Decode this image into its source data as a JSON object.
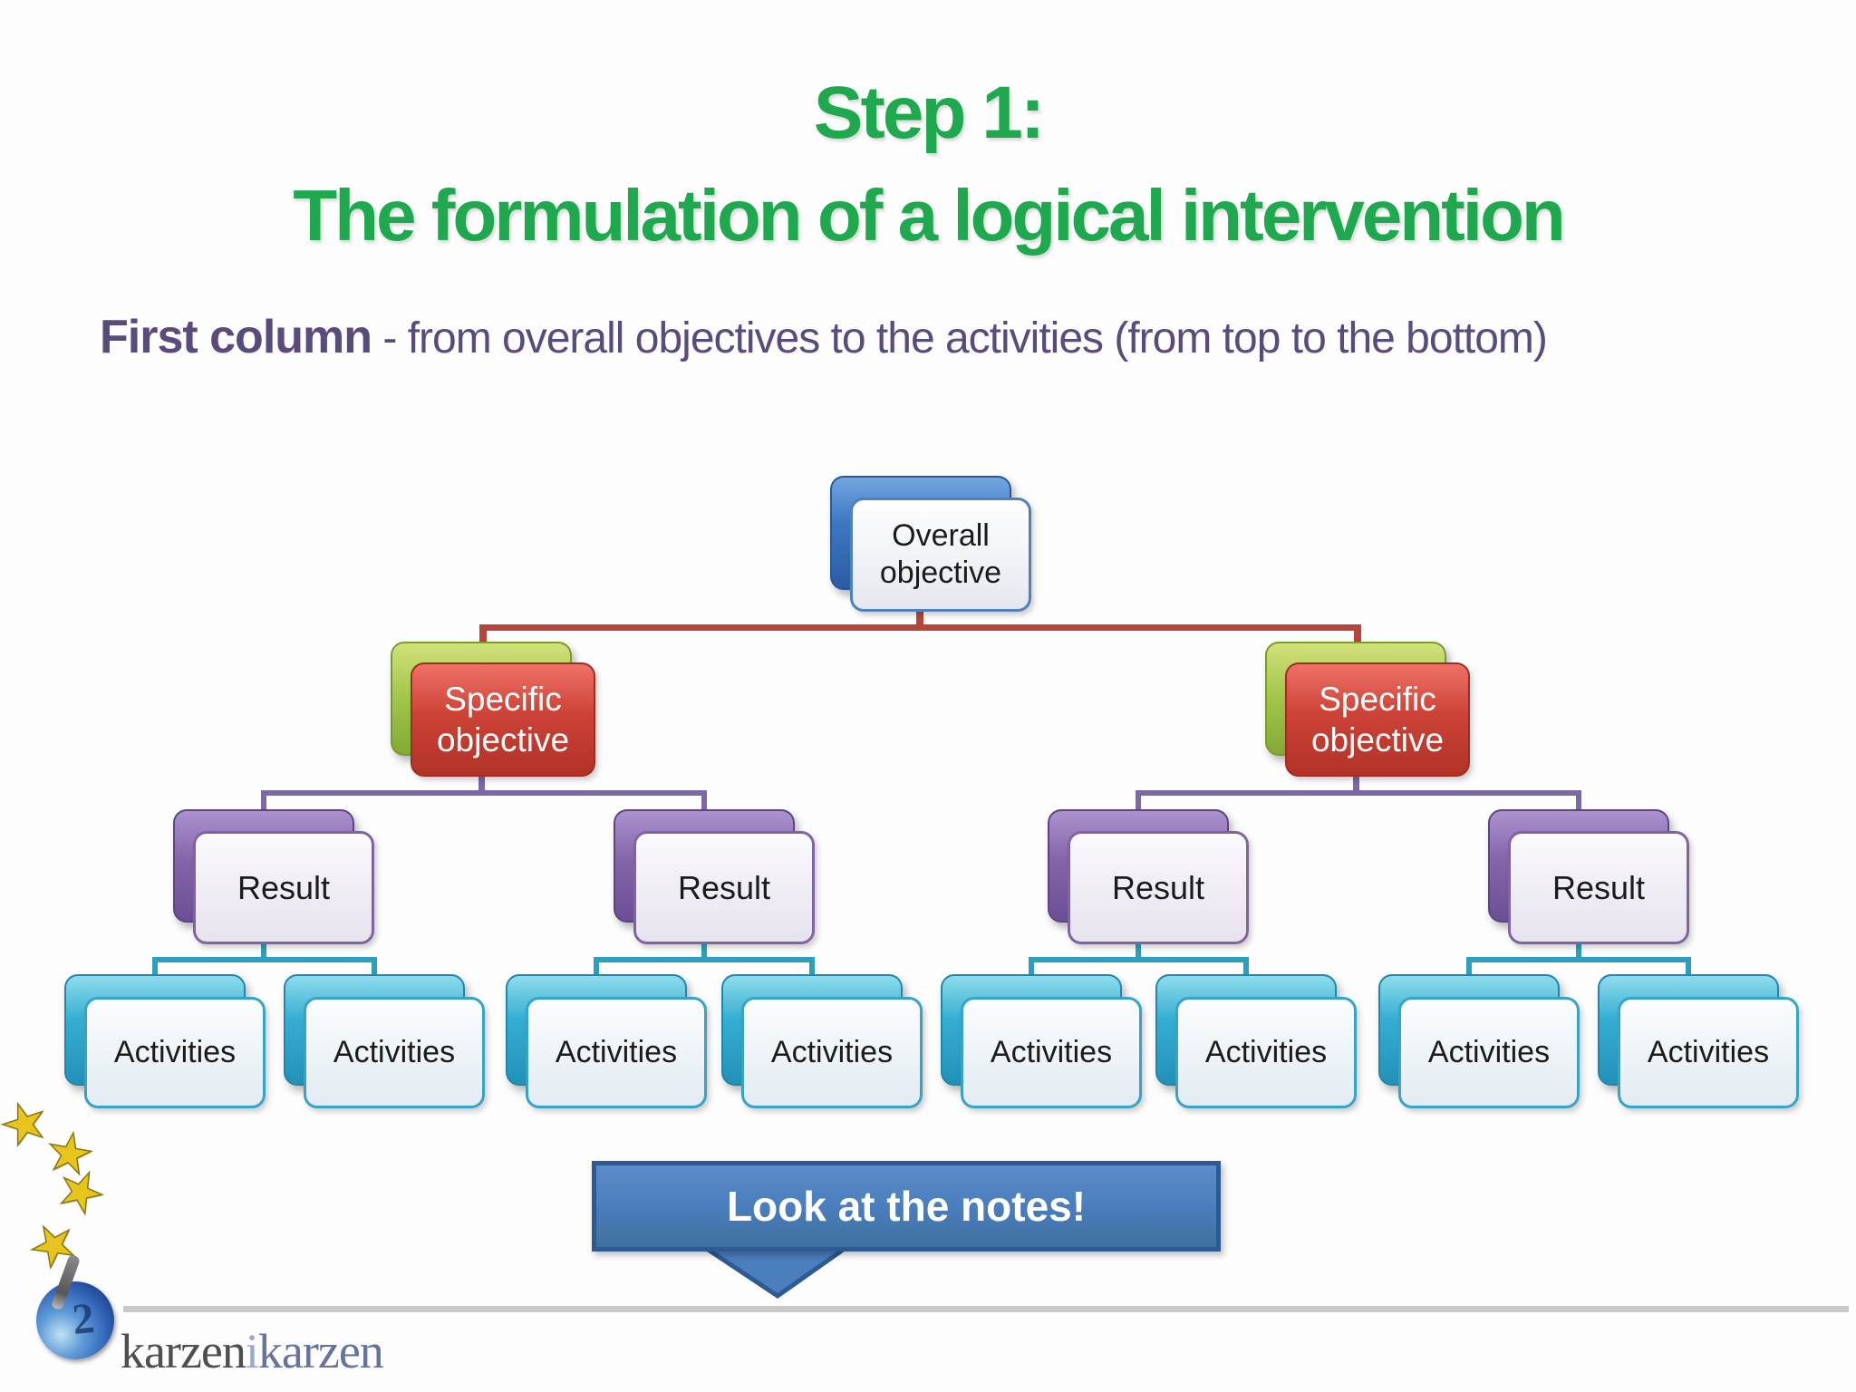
{
  "title": {
    "line1": "Step 1:",
    "line2": "The formulation of a logical intervention"
  },
  "subtitle": {
    "lead": "First column",
    "rest": " - from overall objectives to the activities (from top to the bottom)"
  },
  "diagram": {
    "overall_objective": "Overall objective",
    "specific_objectives": [
      {
        "label": "Specific objective",
        "results": [
          {
            "label": "Result",
            "activities": [
              "Activities",
              "Activities"
            ]
          },
          {
            "label": "Result",
            "activities": [
              "Activities",
              "Activities"
            ]
          }
        ]
      },
      {
        "label": "Specific objective",
        "results": [
          {
            "label": "Result",
            "activities": [
              "Activities",
              "Activities"
            ]
          },
          {
            "label": "Result",
            "activities": [
              "Activities",
              "Activities"
            ]
          }
        ]
      }
    ]
  },
  "banner": {
    "label": "Look at the notes!"
  },
  "footer": {
    "brand_part1": "karzen",
    "brand_part2": "i",
    "brand_part3": "karzen"
  },
  "colors": {
    "title_green": "#1fa94e",
    "subtitle_purple": "#5a4b7d",
    "text_dark": "#1b1b1b",
    "connector_red": "#b6453c",
    "connector_purple": "#7a68a8",
    "connector_teal": "#2c9fbe",
    "node_blue": "#3c79c2",
    "node_red": "#cd4237",
    "node_green": "#a5c84d",
    "node_purple": "#8465a8",
    "node_cyan": "#35aed2",
    "front_border_blue": "#4f81bd",
    "front_border_purple": "#8064a2",
    "front_border_teal": "#35a4c6",
    "banner_fill": "#4a7ebd",
    "banner_border": "#2e5a94",
    "banner_text": "#ffffff",
    "star_gold": "#e8c51e",
    "divider_gray": "#c9c9c9",
    "brand_dark": "#4f4f4f",
    "brand_light": "#9aa8cc",
    "brand_blue": "#67739f"
  }
}
